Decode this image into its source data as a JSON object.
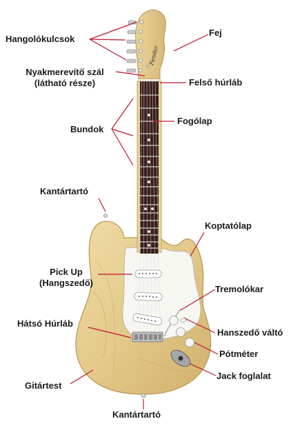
{
  "diagram": {
    "labels": {
      "tuners": "Hangolókulcsok",
      "head": "Fej",
      "truss_rod_line1": "Nyakmerevítő szál",
      "truss_rod_line2": "(látható része)",
      "nut": "Felső húrláb",
      "frets": "Bundok",
      "fretboard": "Fogólap",
      "strap_button_top": "Kantártartó",
      "pickguard": "Koptatólap",
      "pickup_line1": "Pick Up",
      "pickup_line2": "(Hangszedő)",
      "tremolo": "Tremolókar",
      "bridge": "Hátsó Húrláb",
      "pickup_selector": "Hanszedő váltó",
      "potentiometer": "Pótméter",
      "body": "Gitártest",
      "jack": "Jack foglalat",
      "strap_button_bottom": "Kantártartó"
    },
    "colors": {
      "wood": "#e6cf92",
      "wood_dark": "#c9a962",
      "fretboard": "#3a1f1c",
      "pickguard": "#f7f7f2",
      "hardware": "#c8c8c8",
      "leader_line": "#c0142e"
    }
  }
}
